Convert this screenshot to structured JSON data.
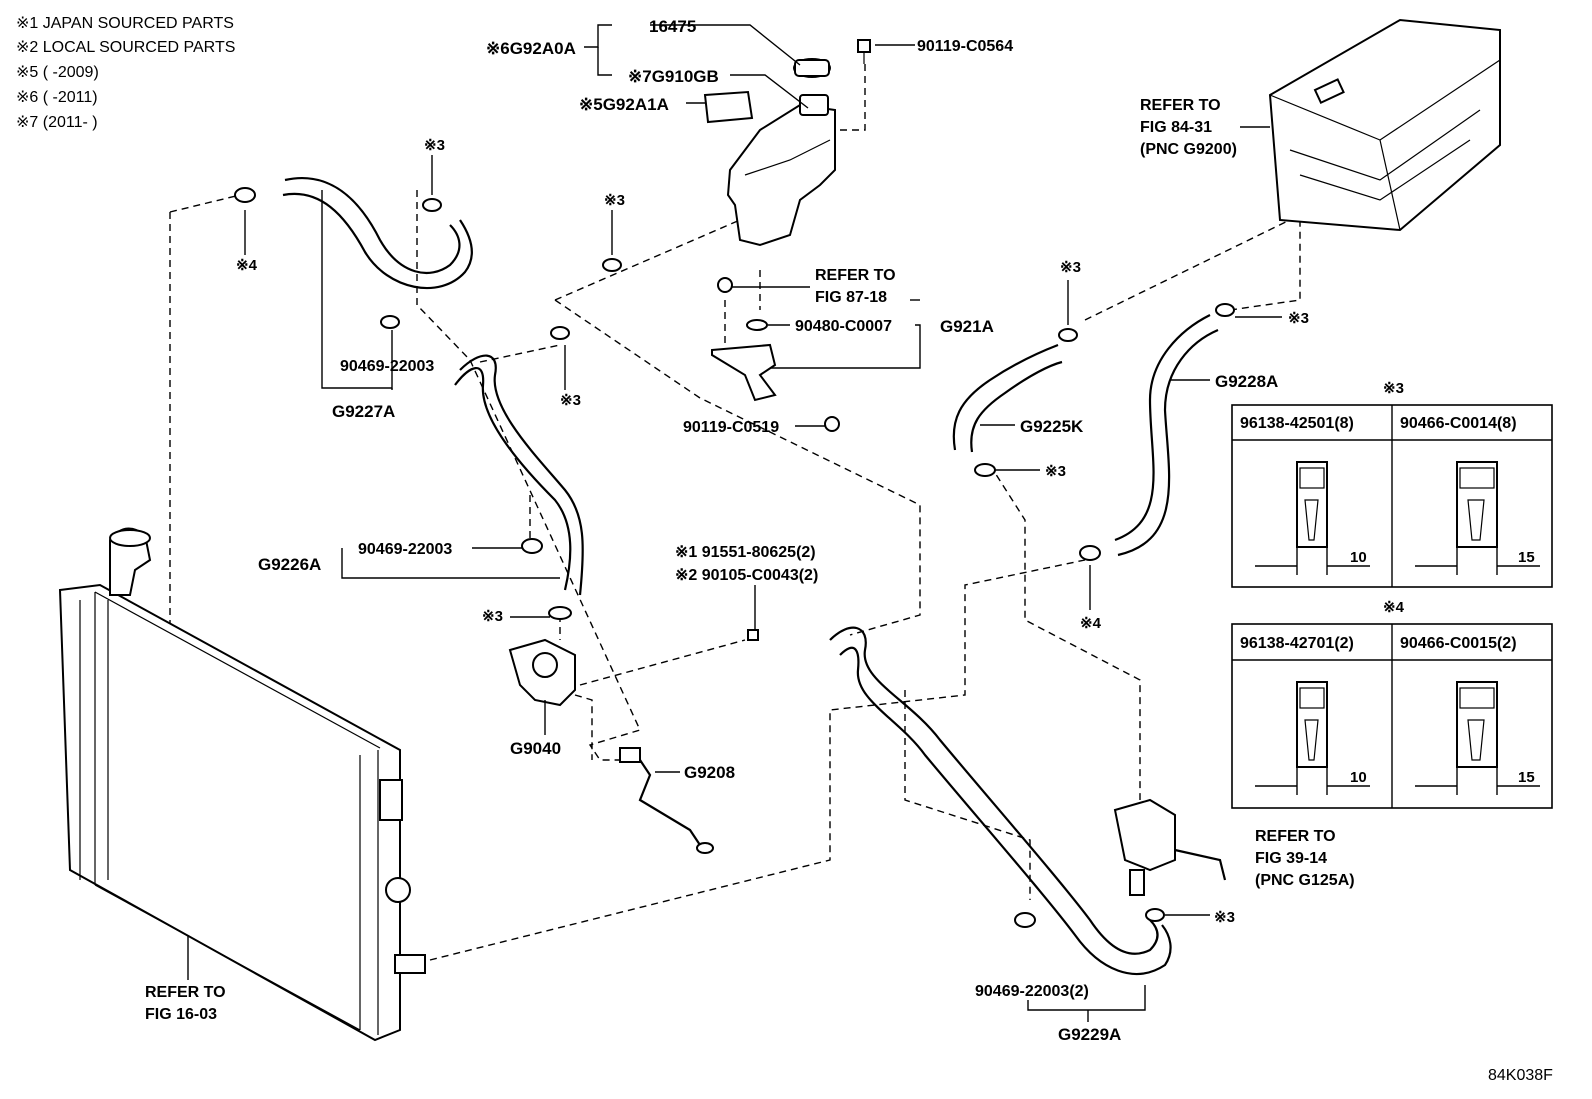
{
  "legend": [
    "※1 JAPAN SOURCED PARTS",
    "※2 LOCAL SOURCED PARTS",
    "※5 (        -2009)",
    "※6 (        -2011)",
    "※7 (2011-        )"
  ],
  "callouts": {
    "n16475": "16475",
    "g92a0a": "※6G92A0A",
    "g910gb": "※7G910GB",
    "g92a1a": "※5G92A1A",
    "c0564": "90119-C0564",
    "refer_inverter": [
      "REFER TO",
      "FIG 84-31",
      "(PNC G9200)"
    ],
    "refer_8718": [
      "REFER TO",
      "FIG 87-18"
    ],
    "c0007": "90480-C0007",
    "g921a": "G921A",
    "c0519": "90119-C0519",
    "s22003_a": "90469-22003",
    "g9227a": "G9227A",
    "s22003_b": "90469-22003",
    "g9226a": "G9226A",
    "bolt1": "※1 91551-80625(2)",
    "bolt2": "※2 90105-C0043(2)",
    "g9040": "G9040",
    "g9208": "G9208",
    "g9225k": "G9225K",
    "g9228a": "G9228A",
    "refer_3914": [
      "REFER TO",
      "FIG 39-14",
      "(PNC G125A)"
    ],
    "s22003_c": "90469-22003(2)",
    "g9229a": "G9229A",
    "refer_1603": [
      "REFER TO",
      "FIG 16-03"
    ],
    "ref3": "※3",
    "ref4": "※4"
  },
  "table3": {
    "title": "※3",
    "headers": [
      "96138-42501(8)",
      "90466-C0014(8)"
    ],
    "dims": [
      "10",
      "15"
    ]
  },
  "table4": {
    "title": "※4",
    "headers": [
      "96138-42701(2)",
      "90466-C0015(2)"
    ],
    "dims": [
      "10",
      "15"
    ]
  },
  "diagram_code": "84K038F"
}
